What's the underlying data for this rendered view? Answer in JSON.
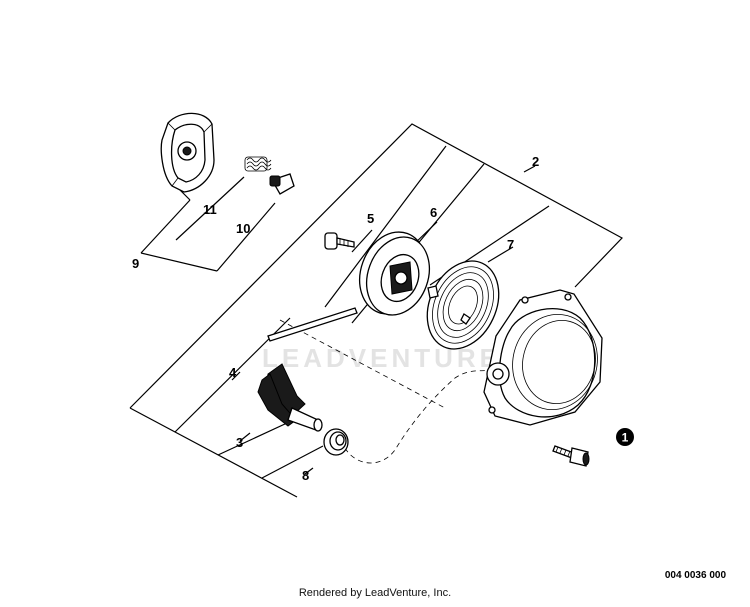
{
  "diagram": {
    "callouts": [
      "1",
      "2",
      "3",
      "4",
      "5",
      "6",
      "7",
      "8",
      "9",
      "10",
      "11"
    ],
    "ref_code": "004 0036 000",
    "footer": "Rendered by LeadVenture, Inc.",
    "watermark": "LEADVENTURE"
  }
}
